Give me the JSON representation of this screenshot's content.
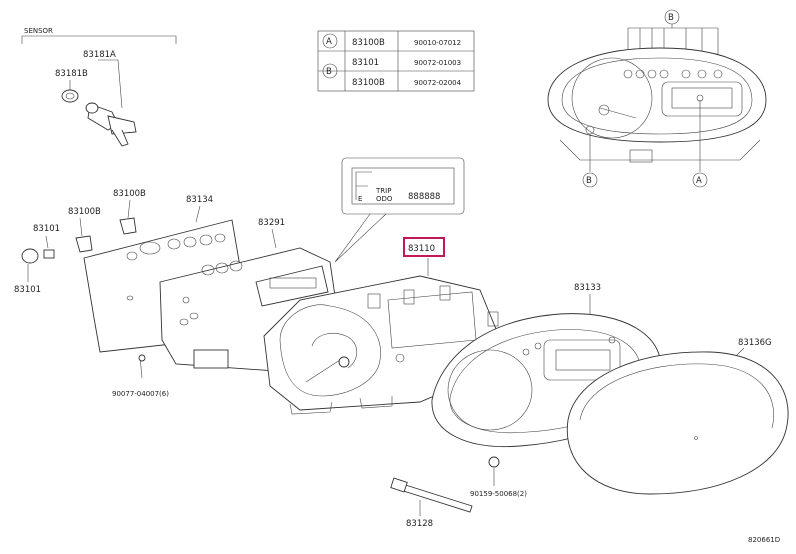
{
  "sensor_group": {
    "title": "SENSOR",
    "part_sensor": "83181A",
    "part_seal": "83181B"
  },
  "callouts": {
    "c83100B_upper": "83100B",
    "c83100B_lower": "83100B",
    "c83101": "83101",
    "c83134": "83134",
    "c83291": "83291",
    "c83110": "83110",
    "c83133": "83133",
    "c83136G": "83136G",
    "c83128": "83128",
    "screw_a": "90077-04007(6)",
    "screw_b": "90159-50068(2)"
  },
  "legend": {
    "rows": [
      {
        "marker": "A",
        "part": "83100B",
        "number": "90010-07012"
      },
      {
        "marker": "B",
        "part": "83101",
        "number": "90072-01003"
      },
      {
        "marker": "",
        "part": "83100B",
        "number": "90072-02004"
      }
    ]
  },
  "cluster_markers": {
    "top": "B",
    "left": "B",
    "right": "A"
  },
  "lcd_inset": {
    "trip": "TRIP",
    "odo": "ODO",
    "digits": "888888",
    "e_mark": "E"
  },
  "footer_code": "820661D",
  "colors": {
    "highlight": "#c2185b",
    "line": "#333333"
  }
}
